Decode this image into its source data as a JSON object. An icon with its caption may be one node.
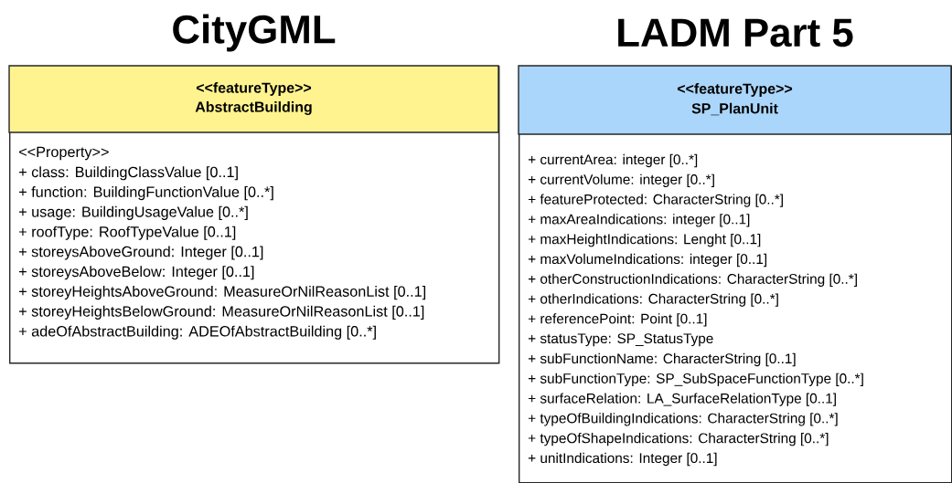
{
  "diagram": {
    "nodes": [
      {
        "text": [
          "CityGML",
          "<<featureType>>",
          "AbstractBuilding",
          "<<Property>>",
          "+ class: BuildingClassValue [0..1]",
          "+ function: BuildingFunctionValue [0..*]",
          "+ usage: BuildingUsageValue [0..*]",
          "+ roofType: RoofTypeValue [0..1]",
          "+ storeysAboveGround: Integer [0..1]",
          "+ storeysAboveBelow: Integer [0..1]",
          "+ storeyHeightsAboveGround: MeasureOrNilReasonList [0..1]",
          "+ storeyHeightsBelowGround: MeasureOrNilReasonList [0..1]",
          "+ adeOfAbstractBuilding: ADEOfAbstractBuilding [0..*]"
        ]
      },
      {
        "text": [
          "LADM Part 5",
          "<<featureType>>",
          "SP_PlanUnit",
          "+ currentArea: integer [0..*]",
          "+ currentVolume: integer [0..*]",
          "+ featureProtected: CharacterString [0..*]",
          "+ maxAreaIndications: integer [0..1]",
          "+ maxHeightIndications: Lenght [0..1]",
          "+ maxVolumeIndications: integer [0..1]",
          "+ otherConstructionIndications: CharacterString [0..*]",
          "+ otherIndications: CharacterString [0..*]",
          "+ referencePoint: Point [0..1]",
          "+ statusType: SP_StatusType",
          "+ subFunctionName: CharacterString [0..1]",
          "+ subFunctionType: SP_SubSpaceFunctionType [0..*]",
          "+ surfaceRelation: LA_SurfaceRelationType [0..1]",
          "+ typeOfBuildingIndications: CharacterString [0..*]",
          "+ typeOfShapeIndications: CharacterString [0..*]",
          "+ unitIndications: Integer [0..1]"
        ]
      }
    ]
  }
}
